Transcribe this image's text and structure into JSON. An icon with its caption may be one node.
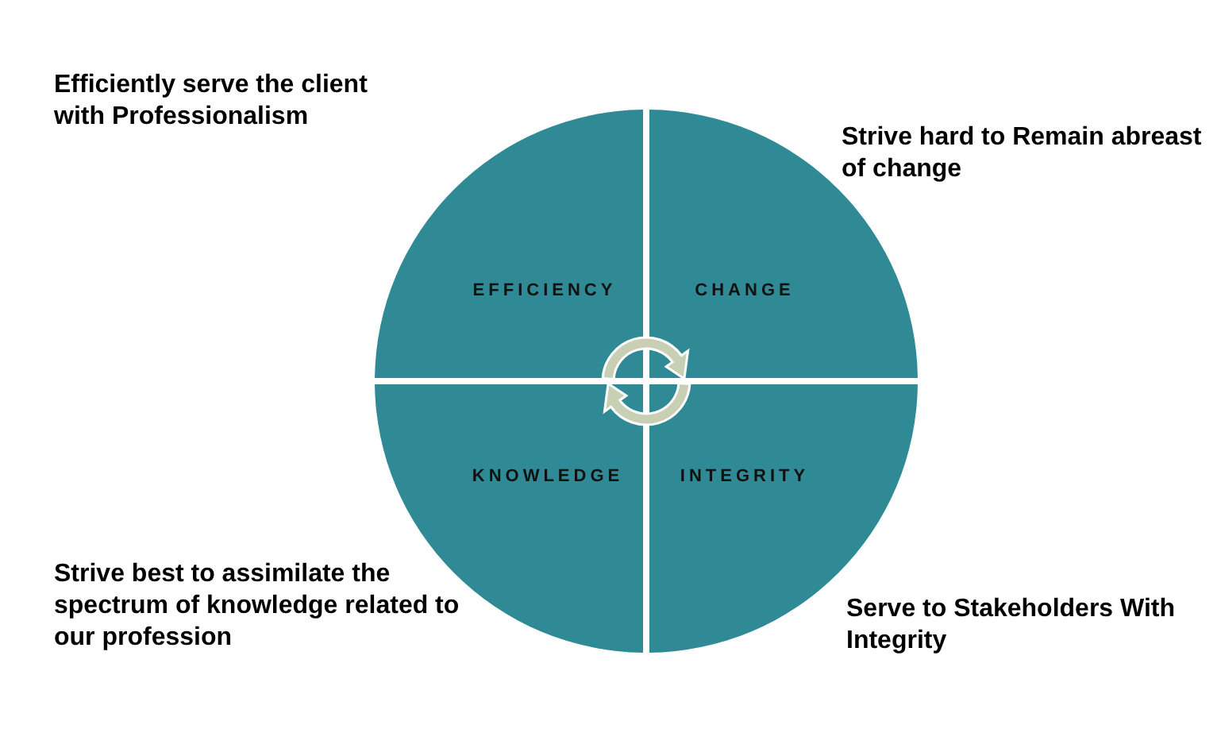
{
  "diagram": {
    "nodes": [
      {
        "text": [
          "EFFICIENCY"
        ]
      },
      {
        "text": [
          "CHANGE"
        ]
      },
      {
        "text": [
          "KNOWLEDGE"
        ]
      },
      {
        "text": [
          "INTEGRITY"
        ]
      }
    ],
    "labels": [
      "Efficiently serve the client with Professionalism",
      "Strive hard to Remain abreast of change",
      "Strive best to assimilate the spectrum of knowledge related to our profession",
      "Serve to Stakeholders With Integrity"
    ]
  }
}
